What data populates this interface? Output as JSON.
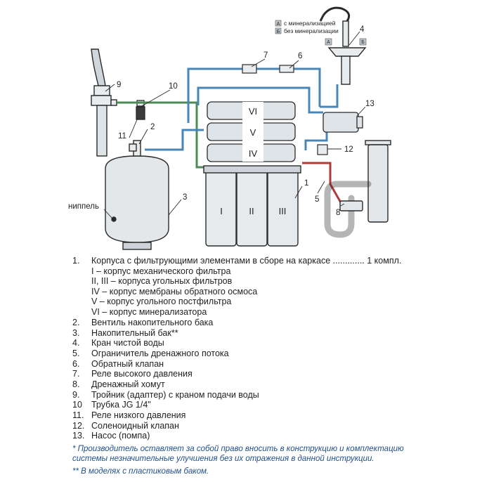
{
  "diagram": {
    "stage_labels": [
      "I",
      "II",
      "III",
      "IV",
      "V",
      "VI"
    ],
    "callouts": [
      "1",
      "2",
      "3",
      "4",
      "5",
      "6",
      "7",
      "8",
      "9",
      "10",
      "11",
      "12",
      "13"
    ],
    "nipple_label": "ниппель",
    "faucet_legend": [
      {
        "key": "А",
        "text": "с минерализацией"
      },
      {
        "key": "Б",
        "text": "без минерализации"
      }
    ],
    "faucet_keys": [
      "А",
      "Б"
    ],
    "colors": {
      "line_dark": "#2a2a2a",
      "tube_blue": "#4a86b5",
      "tube_green": "#4e8a55",
      "tube_red": "#b03a3a",
      "note_blue": "#1f4e8c"
    }
  },
  "legend": {
    "items": [
      {
        "num": "1.",
        "text": "Корпуса с фильтрующими элементами в сборе на каркасе ............. 1 компл."
      },
      {
        "num": "2.",
        "text": "Вентиль накопительного бака"
      },
      {
        "num": "3.",
        "text": "Накопительный бак**"
      },
      {
        "num": "4.",
        "text": "Кран чистой воды"
      },
      {
        "num": "5.",
        "text": "Ограничитель дренажного потока"
      },
      {
        "num": "6.",
        "text": "Обратный клапан"
      },
      {
        "num": "7.",
        "text": "Реле высокого давления"
      },
      {
        "num": "8.",
        "text": "Дренажный хомут"
      },
      {
        "num": "9.",
        "text": "Тройник (адаптер) с краном подачи воды"
      },
      {
        "num": "10",
        "text": "Трубка JG 1/4\""
      },
      {
        "num": "11.",
        "text": "Реле низкого давления"
      },
      {
        "num": "12.",
        "text": "Соленоидный клапан"
      },
      {
        "num": "13.",
        "text": "Насос (помпа)"
      }
    ],
    "subitems": [
      "I – корпус механического фильтра",
      "II, III – корпуса угольных фильтров",
      "IV – корпус мембраны обратного осмоса",
      "V – корпус угольного постфильтра",
      "VI – корпус минерализатора"
    ],
    "footnote1": "* Производитель оставляет за собой право вносить в конструкцию и комплектацию системы незначительные улучшения без их отражения в данной инструкции.",
    "footnote2": "** В моделях с пластиковым баком."
  }
}
